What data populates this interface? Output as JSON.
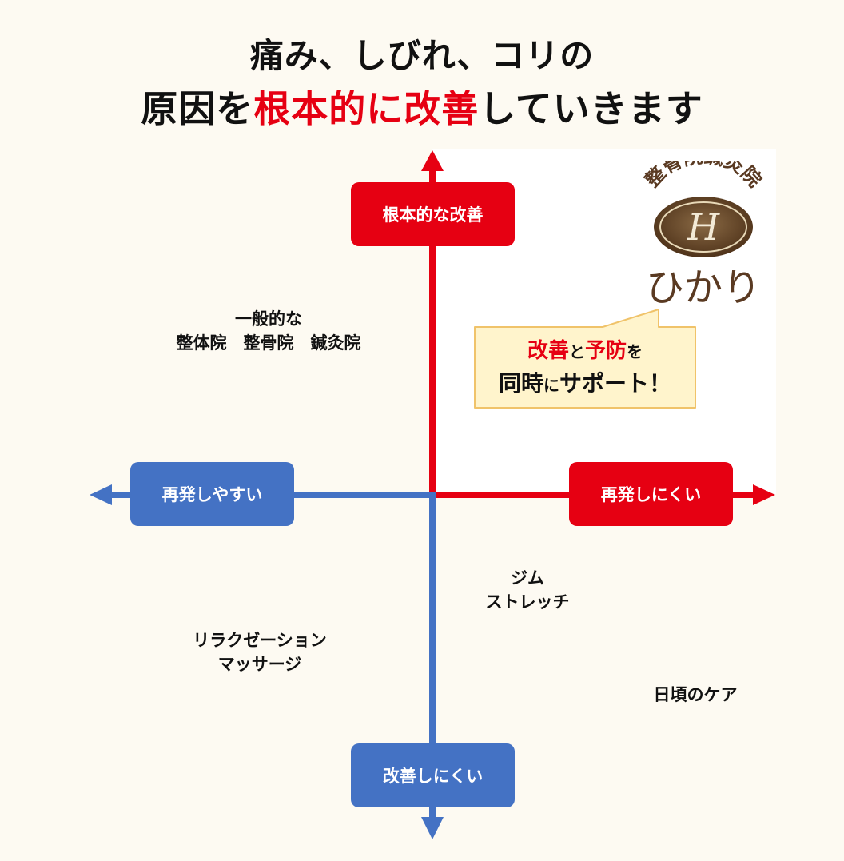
{
  "title": {
    "line1": "痛み、しびれ、コリの",
    "line2_before": "原因を",
    "line2_highlight": "根本的に改善",
    "line2_after": "していきます"
  },
  "axes": {
    "top": "根本的な改善",
    "bottom": "改善しにくい",
    "left": "再発しやすい",
    "right": "再発しにくい"
  },
  "quadrant_labels": {
    "top_left": "一般的な\n整体院　整骨院　鍼灸院",
    "bottom_right_upper": "ジム\nストレッチ",
    "bottom_left": "リラクゼーション\nマッサージ",
    "bottom_right_lower": "日頃のケア"
  },
  "logo": {
    "arc_text": "整骨院鍼灸院",
    "monogram": "H",
    "name": "ひかり"
  },
  "bubble": {
    "w1": "改善",
    "w2": "と",
    "w3": "予防",
    "w4": "を",
    "w5": "同時",
    "w6": "に",
    "w7": "サポート！"
  },
  "colors": {
    "accent_red": "#e60012",
    "accent_blue": "#4472c4",
    "logo_brown": "#5a3a22",
    "bubble_fill": "#fff4cc"
  }
}
